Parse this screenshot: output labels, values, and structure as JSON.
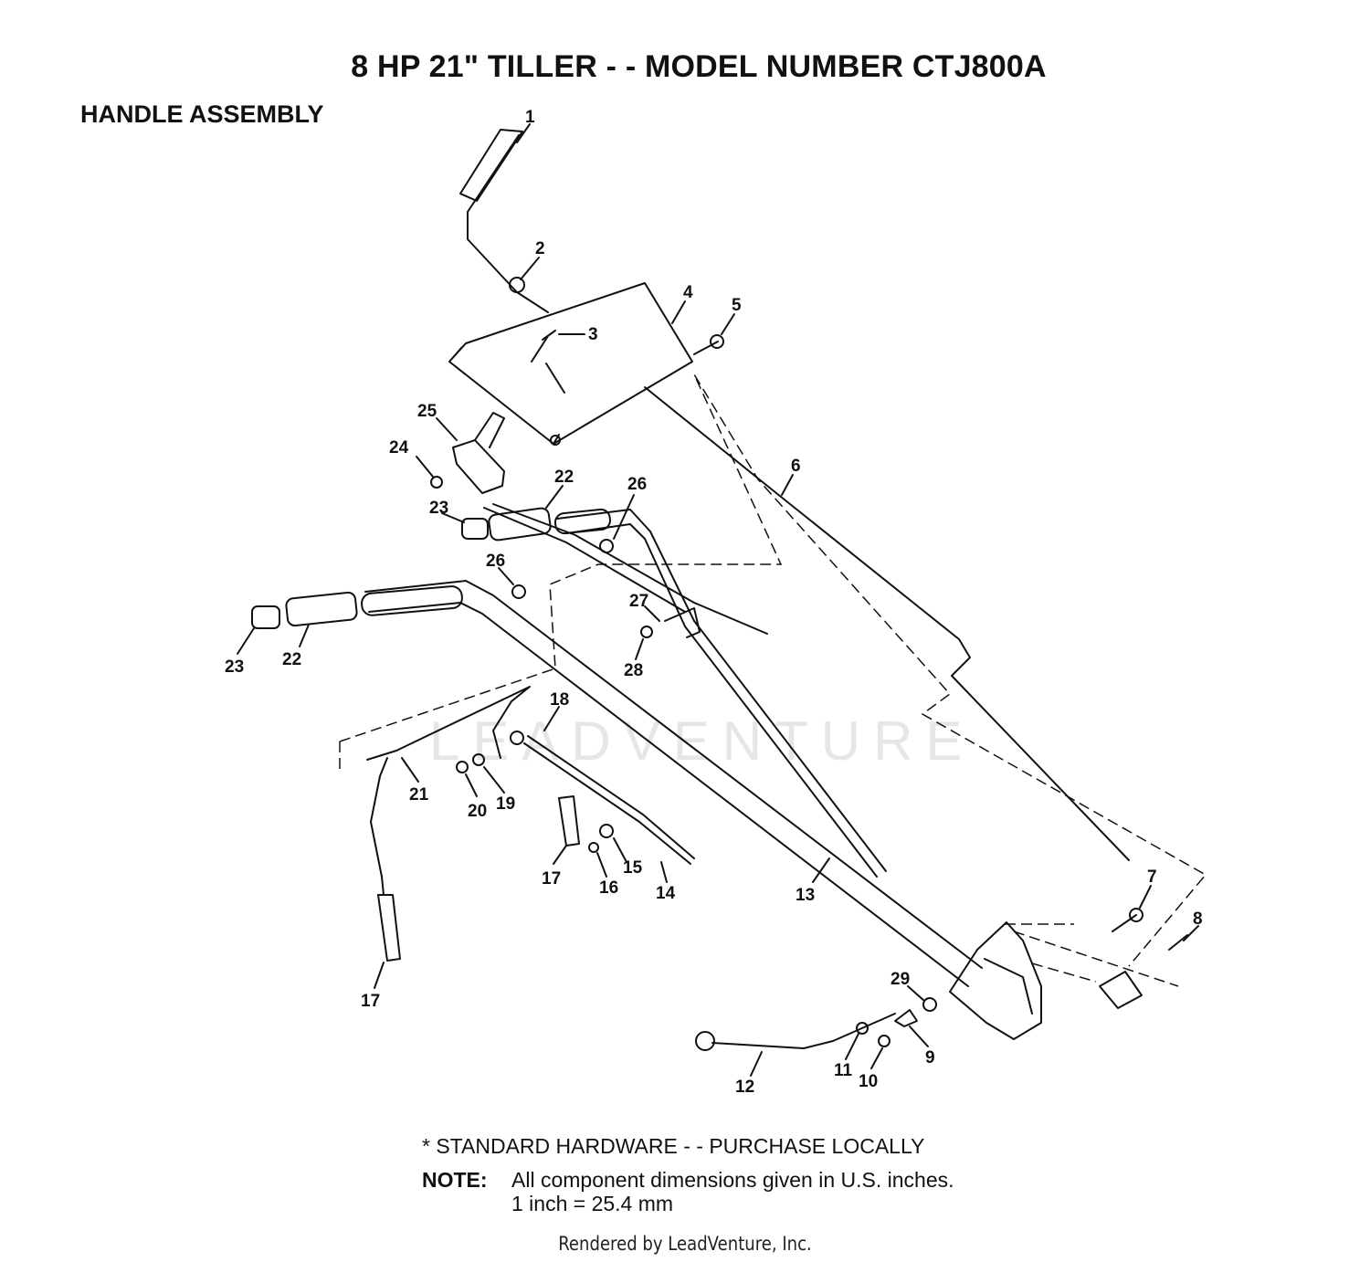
{
  "title": "8 HP 21\" TILLER - - MODEL NUMBER CTJ800A",
  "section": "HANDLE ASSEMBLY",
  "watermark": "LEADVENTURE",
  "parts": [
    "1",
    "2",
    "3",
    "4",
    "5",
    "6",
    "7",
    "8",
    "9",
    "10",
    "11",
    "12",
    "13",
    "14",
    "15",
    "16",
    "17",
    "17",
    "18",
    "19",
    "20",
    "21",
    "22",
    "22",
    "23",
    "23",
    "24",
    "25",
    "26",
    "26",
    "27",
    "28",
    "29"
  ],
  "footer": {
    "standard_hardware": "*  STANDARD HARDWARE - - PURCHASE LOCALLY",
    "note_label": "NOTE:",
    "note_text": "All component dimensions given in U.S. inches.",
    "note_conversion": "1 inch = 25.4 mm"
  },
  "credit": "Rendered by LeadVenture, Inc."
}
